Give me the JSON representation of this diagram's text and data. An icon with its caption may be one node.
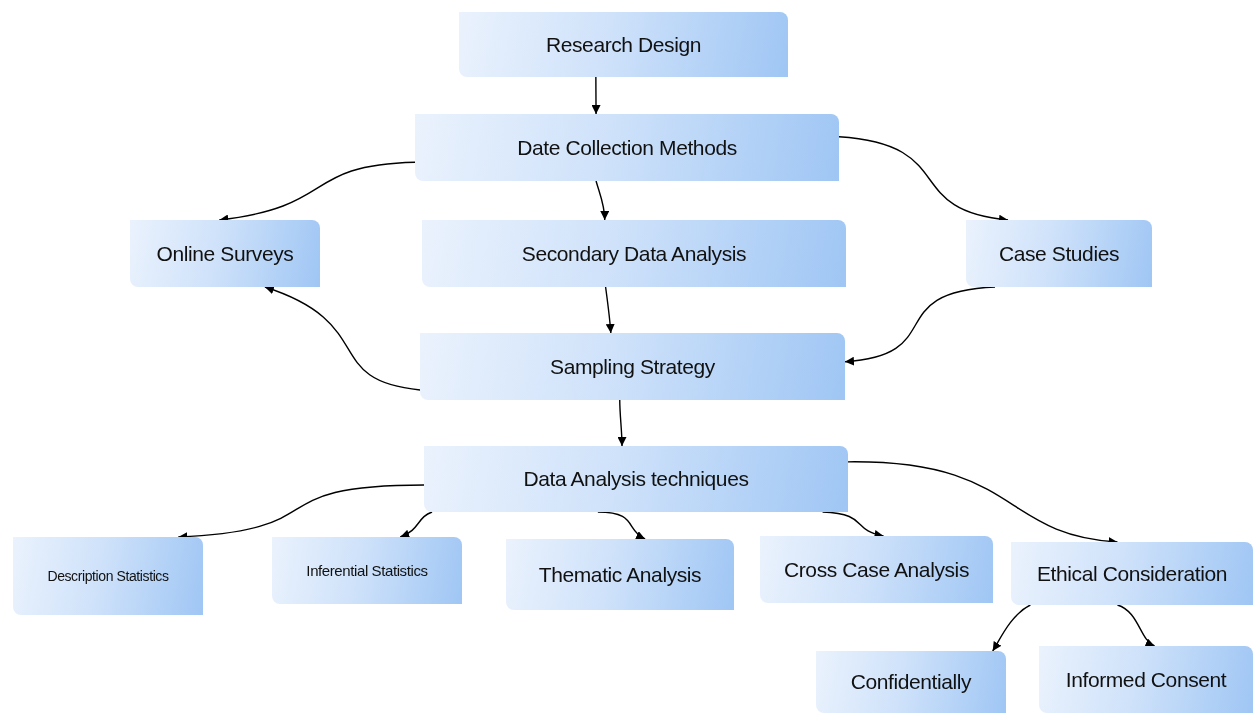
{
  "diagram": {
    "nodes": [
      {
        "text": [
          "Research Design"
        ]
      },
      {
        "text": [
          "Date Collection Methods"
        ]
      },
      {
        "text": [
          "Online Surveys"
        ]
      },
      {
        "text": [
          "Secondary Data Analysis"
        ]
      },
      {
        "text": [
          "Case Studies"
        ]
      },
      {
        "text": [
          "Sampling Strategy"
        ]
      },
      {
        "text": [
          "Data Analysis techniques"
        ]
      },
      {
        "text": [
          "Description Statistics"
        ]
      },
      {
        "text": [
          "Inferential Statistics"
        ]
      },
      {
        "text": [
          "Thematic Analysis"
        ]
      },
      {
        "text": [
          "Cross Case Analysis"
        ]
      },
      {
        "text": [
          "Ethical Consideration"
        ]
      },
      {
        "text": [
          "Confidentially"
        ]
      },
      {
        "text": [
          "Informed Consent"
        ]
      }
    ],
    "edges": [
      {
        "from": 0,
        "to": 1,
        "arrow": "to"
      },
      {
        "from": 1,
        "to": 2,
        "arrow": "to"
      },
      {
        "from": 1,
        "to": 3,
        "arrow": "to"
      },
      {
        "from": 1,
        "to": 4,
        "arrow": "to"
      },
      {
        "from": 3,
        "to": 5,
        "arrow": "to"
      },
      {
        "from": 4,
        "to": 5,
        "arrow": "to"
      },
      {
        "from": 5,
        "to": 2,
        "arrow": "to"
      },
      {
        "from": 5,
        "to": 6,
        "arrow": "to"
      },
      {
        "from": 6,
        "to": 7,
        "arrow": "to"
      },
      {
        "from": 6,
        "to": 8,
        "arrow": "to"
      },
      {
        "from": 6,
        "to": 9,
        "arrow": "to"
      },
      {
        "from": 6,
        "to": 10,
        "arrow": "to"
      },
      {
        "from": 6,
        "to": 11,
        "arrow": "to"
      },
      {
        "from": 11,
        "to": 12,
        "arrow": "to"
      },
      {
        "from": 11,
        "to": 13,
        "arrow": "to"
      }
    ]
  }
}
